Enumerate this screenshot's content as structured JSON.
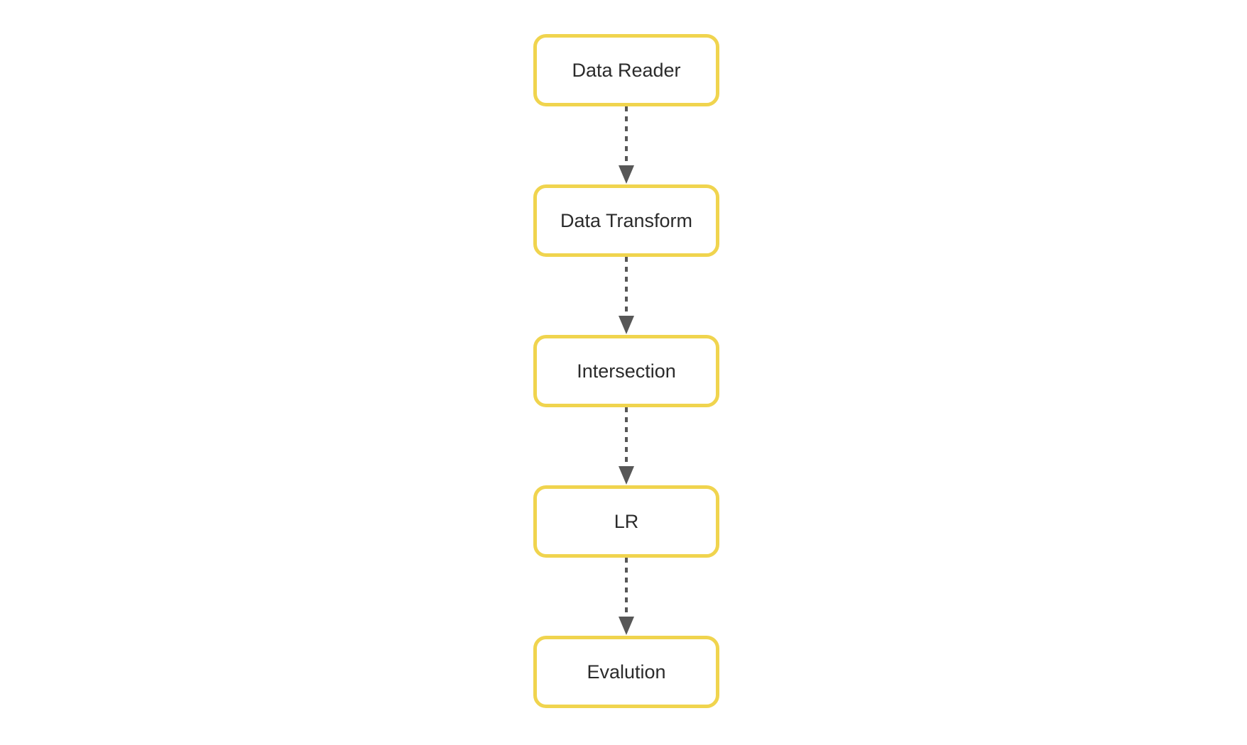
{
  "diagram": {
    "type": "flowchart",
    "direction": "top-down",
    "nodes": [
      {
        "id": "data-reader",
        "label": "Data Reader"
      },
      {
        "id": "data-transform",
        "label": "Data Transform"
      },
      {
        "id": "intersection",
        "label": "Intersection"
      },
      {
        "id": "lr",
        "label": "LR"
      },
      {
        "id": "evalution",
        "label": "Evalution"
      }
    ],
    "edges": [
      {
        "from": "data-reader",
        "to": "data-transform",
        "style": "dashed-arrow"
      },
      {
        "from": "data-transform",
        "to": "intersection",
        "style": "dashed-arrow"
      },
      {
        "from": "intersection",
        "to": "lr",
        "style": "dashed-arrow"
      },
      {
        "from": "lr",
        "to": "evalution",
        "style": "dashed-arrow"
      }
    ]
  },
  "colors": {
    "background": "#ffffff",
    "node_border": "#f0d44e",
    "node_fill": "#ffffff",
    "node_text": "#2b2b2b",
    "arrow": "#575757"
  }
}
